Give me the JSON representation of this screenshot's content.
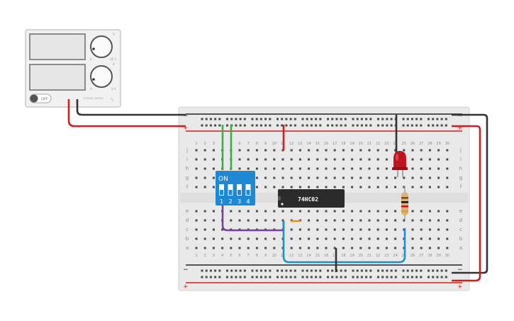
{
  "power_supply": {
    "switch_label": "OFF",
    "brand_text": "POWER SUPPLY",
    "knob_top_label": "V",
    "knob_bottom_label": "A",
    "knob_top_max": "30 V",
    "knob_bottom_max": "5 A",
    "knob_min": "0"
  },
  "breadboard": {
    "plus_sign": "+",
    "minus_sign": "−",
    "row_letters_top": [
      "j",
      "i",
      "h",
      "g",
      "f"
    ],
    "row_letters_bottom": [
      "e",
      "d",
      "c",
      "b",
      "a"
    ],
    "column_numbers": [
      "1",
      "2",
      "3",
      "4",
      "5",
      "6",
      "7",
      "8",
      "9",
      "10",
      "11",
      "12",
      "13",
      "14",
      "15",
      "16",
      "17",
      "18",
      "19",
      "20",
      "21",
      "22",
      "23",
      "24",
      "25",
      "26",
      "27",
      "28",
      "29",
      "30"
    ]
  },
  "dip_switch": {
    "on_label": "ON",
    "switch_numbers": [
      "1",
      "2",
      "3",
      "4"
    ]
  },
  "ic_chip": {
    "label": "74HC02"
  },
  "colors": {
    "red_wire": "#d11f1f",
    "black_wire": "#333333",
    "green_wire": "#3cb043",
    "purple_wire": "#7b3f9e",
    "blue_wire": "#1e90d0",
    "orange_wire": "#f08c1e",
    "dip_blue": "#1e88d2",
    "led_red": "#c0141e",
    "breadboard": "#e9e9e9"
  }
}
